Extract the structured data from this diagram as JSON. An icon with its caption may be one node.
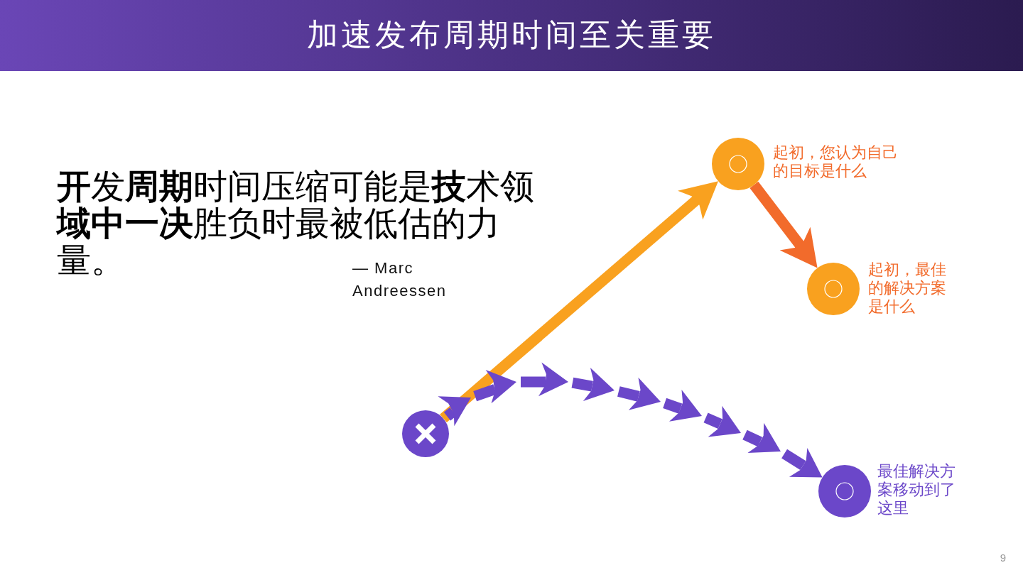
{
  "diagram": {
    "title": "加速发布周期时间至关重要",
    "nodes": [
      {
        "text": [],
        "shape": "circle"
      },
      {
        "text": [],
        "shape": "circle",
        "beside": [
          "起初，您认为自己的目标是什么"
        ]
      },
      {
        "text": [],
        "shape": "circle",
        "beside": [
          "起初，最佳的解决方案是什么"
        ]
      },
      {
        "text": [],
        "shape": "circle",
        "beside": [
          "最佳解决方案移动到了这里"
        ]
      }
    ],
    "edges": [
      {
        "from": 0,
        "to": 1,
        "arrow": "to",
        "color": "#f9a11f"
      },
      {
        "from": 1,
        "to": 2,
        "arrow": "to",
        "color": "#f26b2b"
      },
      {
        "from": 0,
        "to": 3,
        "arrow": "to",
        "style": "dashed",
        "color": "#6b47c9"
      }
    ],
    "labels": [
      "**开**发**周期**时间压缩可能是**技**术领**域中一决**胜负时最被低估的力量。",
      "— Marc Andreessen",
      "9"
    ]
  }
}
